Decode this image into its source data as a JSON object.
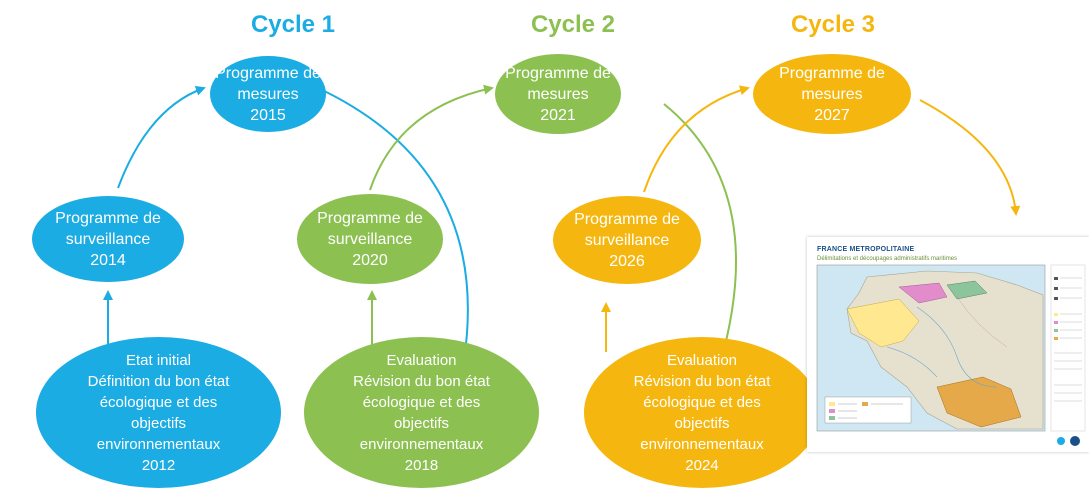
{
  "colors": {
    "cycle1": "#1aace3",
    "cycle2": "#8cc152",
    "cycle3": "#f5b70f",
    "node_text": "#ffffff"
  },
  "cycles": [
    {
      "title": "Cycle 1",
      "programme_mesures": "Programme de\nmesures\n2015",
      "programme_surveillance": "Programme de\nsurveillance\n2014",
      "evaluation": "Etat initial\nDéfinition du bon état\nécologique et des\nobjectifs\nenvironnementaux\n2012"
    },
    {
      "title": "Cycle 2",
      "programme_mesures": "Programme de\nmesures\n2021",
      "programme_surveillance": "Programme de\nsurveillance\n2020",
      "evaluation": "Evaluation\nRévision du bon état\nécologique et des\nobjectifs\nenvironnementaux\n2018"
    },
    {
      "title": "Cycle 3",
      "programme_mesures": "Programme de\nmesures\n2027",
      "programme_surveillance": "Programme de\nsurveillance\n2026",
      "evaluation": "Evaluation\nRévision du bon état\nécologique et des\nobjectifs\nenvironnementaux\n2024"
    }
  ],
  "map": {
    "title": "FRANCE METROPOLITAINE",
    "subtitle": "Délimitations et découpages administratifs maritimes"
  }
}
